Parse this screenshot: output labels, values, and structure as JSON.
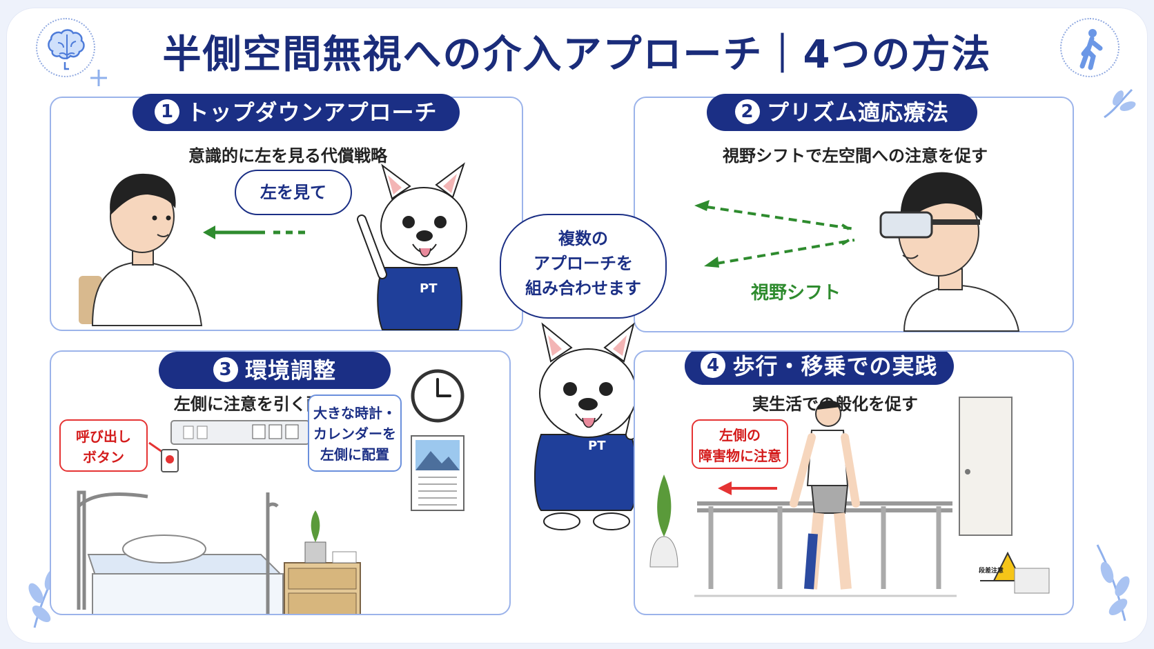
{
  "title": "半側空間無視への介入アプローチ｜4つの方法",
  "center_bubble": {
    "line1": "複数の",
    "line2": "アプローチを",
    "line3": "組み合わせます"
  },
  "badge_pt": "PT",
  "panels": [
    {
      "number": "1",
      "heading": "トップダウンアプローチ",
      "subtitle": "意識的に左を見る代償戦略",
      "bubble": "左を見て"
    },
    {
      "number": "2",
      "heading": "プリズム適応療法",
      "subtitle": "視野シフトで左空間への注意を促す",
      "label": "視野シフト"
    },
    {
      "number": "3",
      "heading": "環境調整",
      "subtitle": "左側に注意を引く配置にする",
      "note_call_line1": "呼び出し",
      "note_call_line2": "ボタン",
      "note_clock_line1": "大きな時計・",
      "note_clock_line2": "カレンダーを",
      "note_clock_line3": "左側に配置"
    },
    {
      "number": "4",
      "heading": "歩行・移乗での実践",
      "subtitle": "実生活での般化を促す",
      "note_line1": "左側の",
      "note_line2": "障害物に注意",
      "sign": "段差注意"
    }
  ],
  "colors": {
    "navy": "#1b2f85",
    "green": "#2e8b2e",
    "red": "#e53333",
    "panel_border": "#9bb3ea"
  }
}
